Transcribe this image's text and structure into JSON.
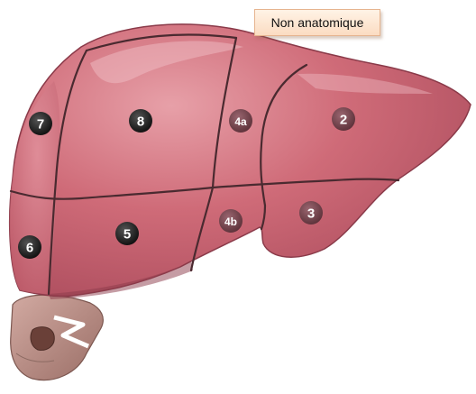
{
  "caption": "Non anatomique",
  "segments": {
    "s7": "7",
    "s8": "8",
    "s4a": "4a",
    "s2": "2",
    "s6": "6",
    "s5": "5",
    "s4b": "4b",
    "s3": "3"
  },
  "colors": {
    "liver": "#c8606e",
    "liver_light": "#e0909a",
    "liver_dark": "#9c3f4e",
    "divider": "#4a2a30",
    "badge": "#1a1a1a",
    "gallbladder": "#b88d84"
  }
}
